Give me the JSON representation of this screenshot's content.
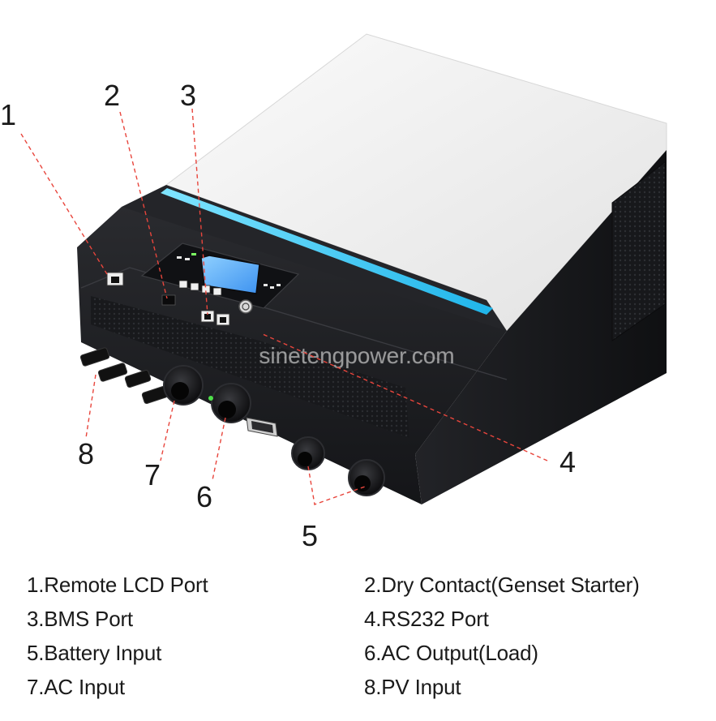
{
  "watermark": "sinetengpower.com",
  "callouts": [
    {
      "number": "1"
    },
    {
      "number": "2"
    },
    {
      "number": "3"
    },
    {
      "number": "4"
    },
    {
      "number": "5"
    },
    {
      "number": "6"
    },
    {
      "number": "7"
    },
    {
      "number": "8"
    }
  ],
  "legend": [
    {
      "label": "1.Remote LCD Port"
    },
    {
      "label": "2.Dry Contact(Genset Starter)"
    },
    {
      "label": "3.BMS Port"
    },
    {
      "label": "4.RS232 Port"
    },
    {
      "label": "5.Battery Input"
    },
    {
      "label": "6.AC Output(Load)"
    },
    {
      "label": "7.AC Input"
    },
    {
      "label": "8.PV Input"
    }
  ],
  "colors": {
    "callout_line": "#e8453c",
    "light_bar": "#35c6f4",
    "lcd_screen": "#5ab0ff",
    "body_dark": "#1e1f22",
    "top_cover": "#f3f3f3"
  }
}
